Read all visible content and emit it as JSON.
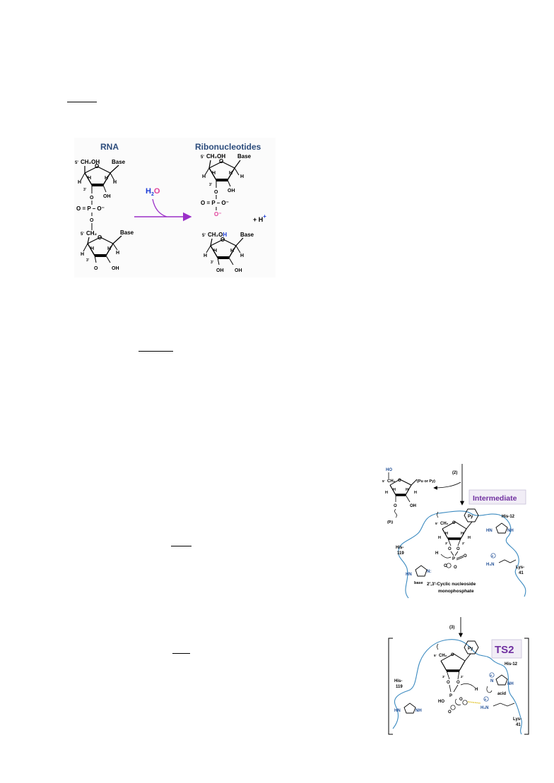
{
  "fig1": {
    "left_title": "RNA",
    "right_title": "Ribonucleotides",
    "water_h": "H",
    "water_sub": "2",
    "water_o": "O",
    "proton": "+ H",
    "proton_sup": "+",
    "pos5": "5'",
    "ch2oh": "CH₂OH",
    "ch2": "CH₂",
    "base": "Base",
    "o": "O",
    "h": "H",
    "oh": "OH",
    "pos3": "3'",
    "phosphate_left": "O = P – O⁻",
    "o_minus": "O⁻",
    "o_minus_pink": "O⁻",
    "ch2_h": "CH₂O",
    "h_blue": "H"
  },
  "fig2": {
    "ho": "HO",
    "pos5": "5'",
    "ch2": "CH₂",
    "pu_py": "(Pu or Py)",
    "o": "O",
    "h": "H",
    "oh": "OH",
    "pi": "(Pᵢ)",
    "step2": "(2)",
    "intermediate": "Intermediate",
    "py": "Py",
    "his12": "His-12",
    "his119": "His-",
    "his119_num": "119",
    "pos3": "3'",
    "pos2": "2'",
    "p": "P",
    "lys": "Lys-",
    "lys_num": "41",
    "h3n": "H₃N",
    "hn": "HN",
    "nh": "NH",
    "n_colon": "N:",
    "base_lbl": "base",
    "cyclic1": "2′,3′-Cyclic nucleoside",
    "cyclic2": "monophosphate",
    "plus": "+"
  },
  "fig3": {
    "step3": "(3)",
    "ts2": "TS2",
    "pos5": "5'",
    "ch2": "CH₂",
    "o": "O",
    "py": "Py",
    "his12": "His-12",
    "his119": "His-",
    "his119_num": "119",
    "acid": "acid",
    "pos3": "3'",
    "pos2": "2'",
    "p": "P",
    "ho": "HO",
    "h": "H",
    "h3n": "H₃N",
    "lys": "Lys-",
    "lys_num": "41",
    "hn": "HN",
    "nh": "NH",
    "n": "N",
    "plus": "+"
  }
}
